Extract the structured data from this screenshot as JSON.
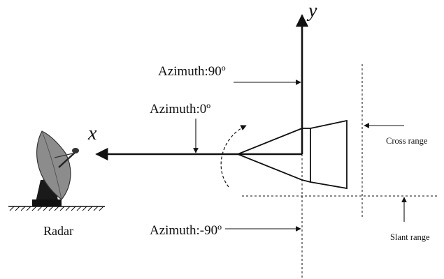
{
  "axes": {
    "x_label": "x",
    "y_label": "y"
  },
  "labels": {
    "azimuth_90": "Azimuth:90º",
    "azimuth_0": "Azimuth:0º",
    "azimuth_neg90": "Azimuth:-90º",
    "cross_range": "Cross range",
    "slant_range": "Slant range",
    "radar": "Radar"
  }
}
